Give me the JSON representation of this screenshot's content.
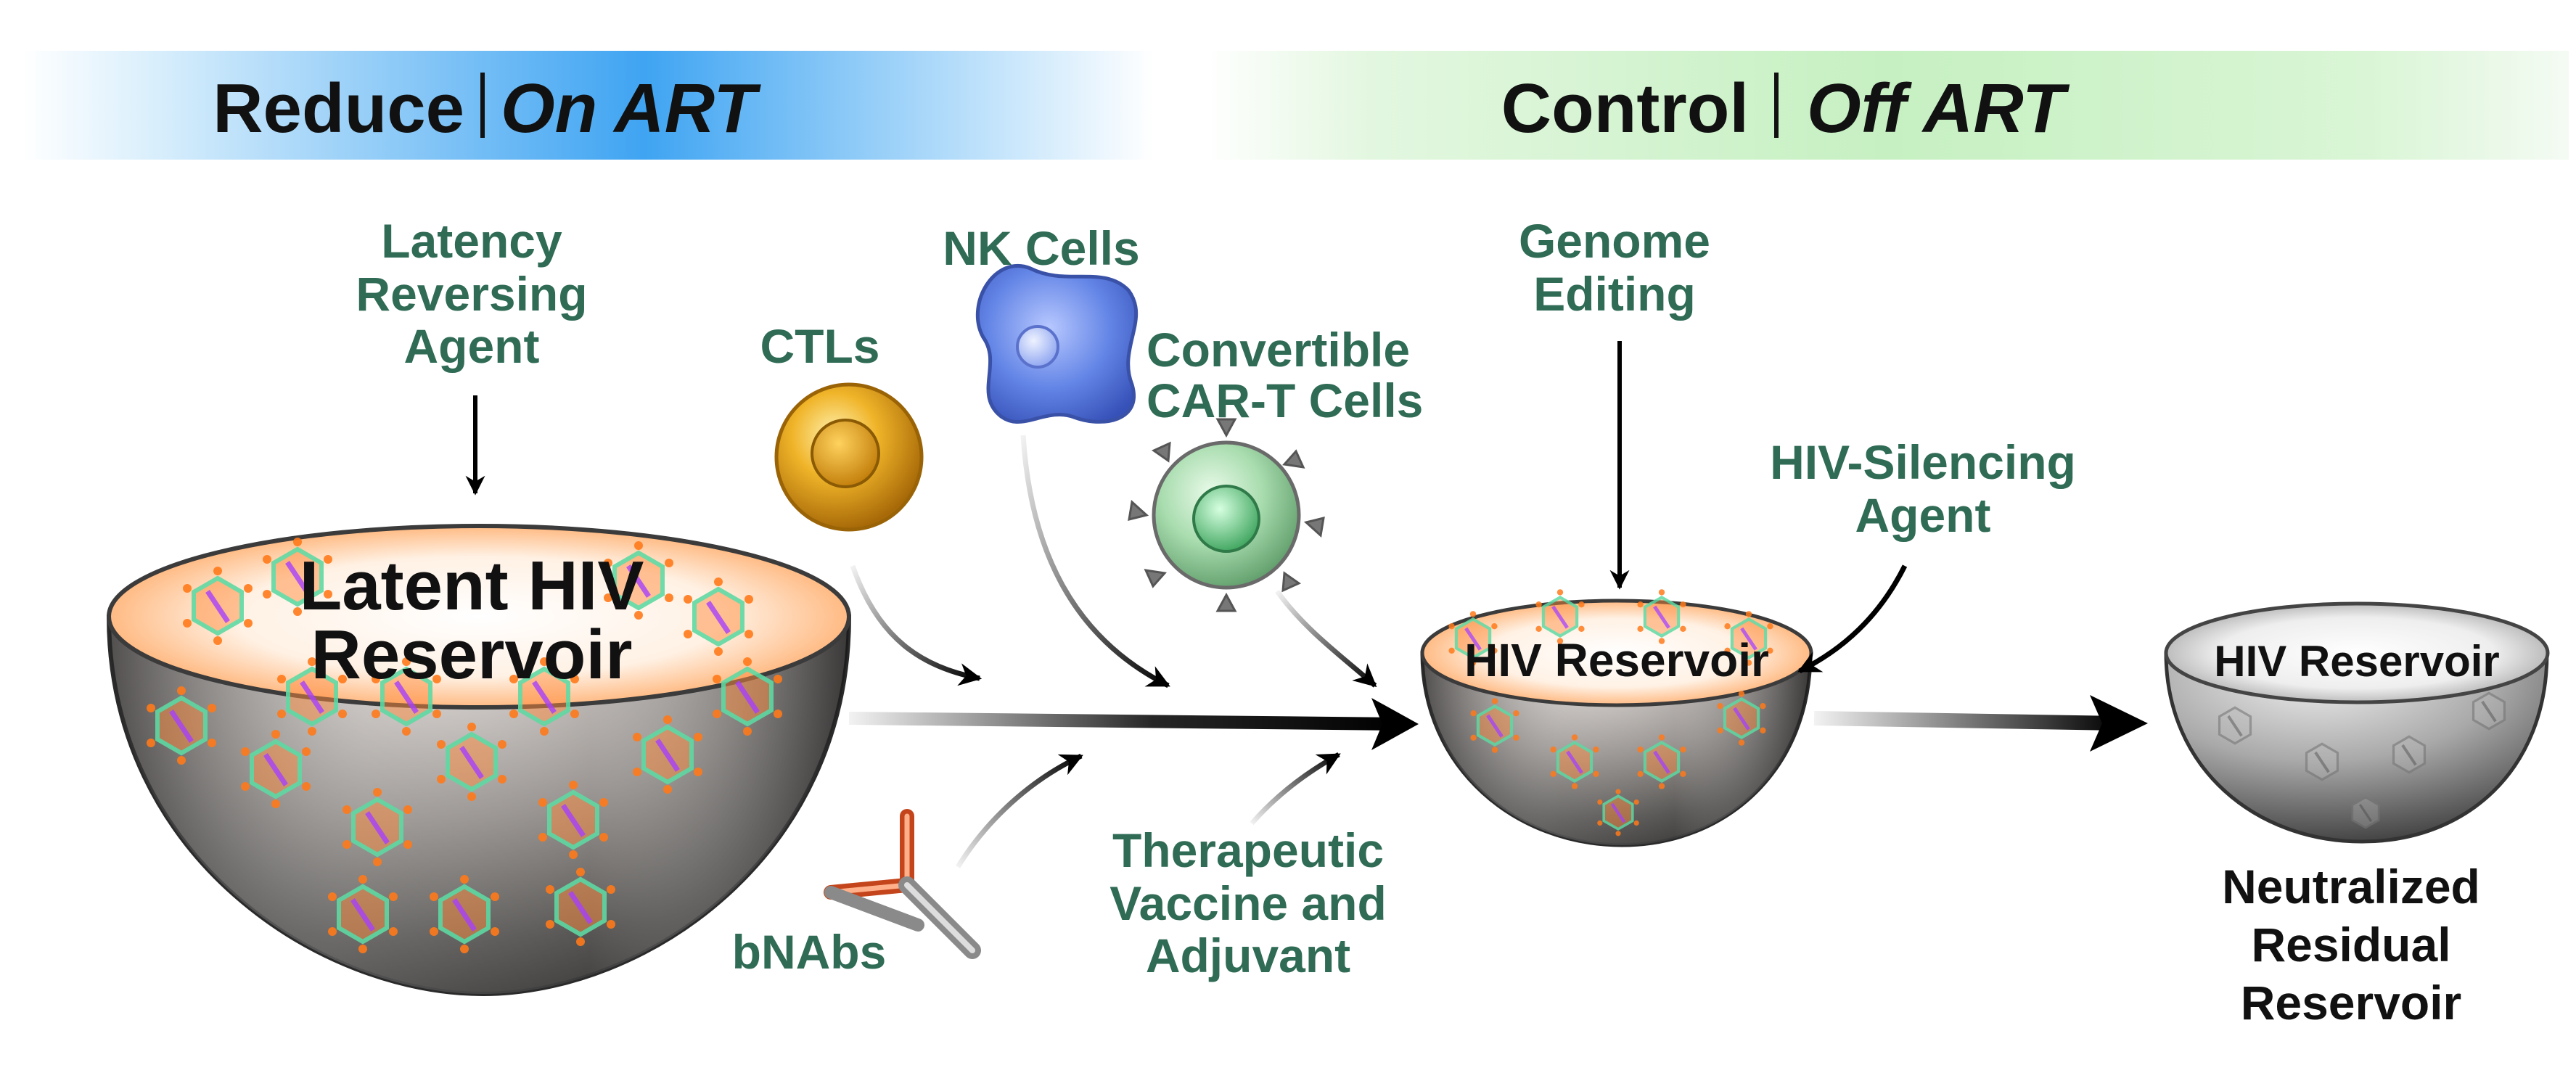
{
  "header": {
    "left": {
      "main": "Reduce",
      "italic": "On ART"
    },
    "right": {
      "main": "Control",
      "italic": "Off ART"
    }
  },
  "reservoirs": {
    "latent": {
      "line1": "Latent HIV",
      "line2": "Reservoir"
    },
    "middle": {
      "label": "HIV Reservoir"
    },
    "final": {
      "label": "HIV Reservoir"
    }
  },
  "agents": {
    "lra": [
      "Latency",
      "Reversing",
      "Agent"
    ],
    "ctls": "CTLs",
    "nk": "NK Cells",
    "cart": [
      "Convertible",
      "CAR-T Cells"
    ],
    "genome": [
      "Genome",
      "Editing"
    ],
    "silencing": [
      "HIV-Silencing",
      "Agent"
    ],
    "bnabs": "bNAbs",
    "vaccine": [
      "Therapeutic",
      "Vaccine and",
      "Adjuvant"
    ]
  },
  "outcome": [
    "Neutralized",
    "Residual",
    "Reservoir"
  ],
  "colors": {
    "label_green": "#2f6b55",
    "header_blue": "#3fa4f2",
    "header_green": "#c6f0c2",
    "ctl_gold": "#e3a21a",
    "nk_blue": "#5c7fe0",
    "cart_green": "#8fd39a"
  }
}
